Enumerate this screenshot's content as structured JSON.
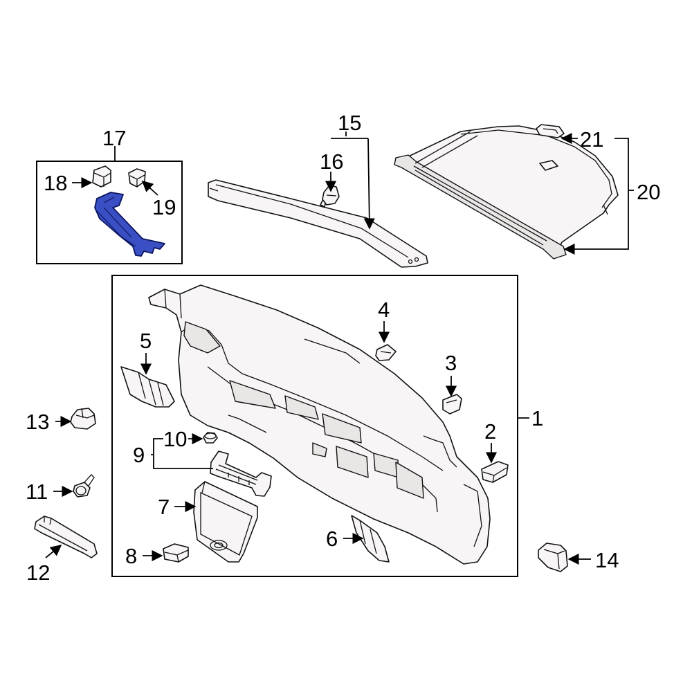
{
  "diagram": {
    "callouts": [
      "1",
      "2",
      "3",
      "4",
      "5",
      "6",
      "7",
      "8",
      "9",
      "10",
      "11",
      "12",
      "13",
      "14",
      "15",
      "16",
      "17",
      "18",
      "19",
      "20",
      "21"
    ],
    "highlighted_part": "17",
    "colors": {
      "highlight": "#3b4fc4",
      "line": "#111111",
      "part_fill": "#f7f5f5",
      "background": "#ffffff"
    }
  }
}
